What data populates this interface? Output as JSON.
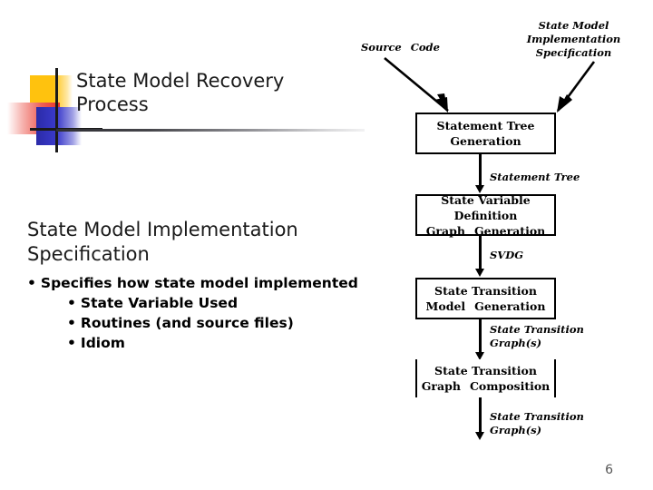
{
  "slide": {
    "title_lines": [
      "State Model Recovery",
      "Process"
    ],
    "page_number": "6"
  },
  "body": {
    "heading_lines": [
      "State Model Implementation",
      "Specification"
    ],
    "bullets": [
      {
        "level": 1,
        "marker": "•",
        "text": "Specifies how state model implemented"
      },
      {
        "level": 2,
        "marker": "•",
        "text": "State Variable Used"
      },
      {
        "level": 2,
        "marker": "•",
        "text": "Routines (and source files)"
      },
      {
        "level": 2,
        "marker": "•",
        "text": "Idiom"
      }
    ]
  },
  "diagram": {
    "inputs": [
      {
        "id": "source-code",
        "lines": [
          "Source",
          "Code"
        ]
      },
      {
        "id": "state-model-impl-spec",
        "lines": [
          "State Model",
          "Implementation",
          "Specification"
        ]
      }
    ],
    "boxes": [
      {
        "id": "statement-tree-generation",
        "line1": "Statement Tree",
        "line2": "Generation",
        "line3": ""
      },
      {
        "id": "state-variable-definition-graph-generation",
        "line1": "State Variable",
        "line2": "Definition",
        "line3": "Graph",
        "line3b": "Generation"
      },
      {
        "id": "state-transition-model-generation",
        "line1": "State Transition",
        "line2": "Model",
        "line2b": "Generation",
        "line3": ""
      },
      {
        "id": "state-transition-graph-composition",
        "line1": "State Transition",
        "line2": "Graph",
        "line2b": "Composition",
        "line3": ""
      }
    ],
    "edge_labels": [
      {
        "id": "statement-tree",
        "lines": [
          "Statement Tree"
        ]
      },
      {
        "id": "svdg",
        "lines": [
          "SVDG"
        ]
      },
      {
        "id": "state-transition-graphs-1",
        "lines": [
          "State Transition",
          "Graph(s)"
        ]
      },
      {
        "id": "state-transition-graphs-2",
        "lines": [
          "State Transition",
          "Graph(s)"
        ]
      }
    ]
  },
  "colors": {
    "logo_yellow": "#FFC20E",
    "logo_red": "#E8332A",
    "logo_blue": "#2B2BA8",
    "ink": "#000000"
  }
}
